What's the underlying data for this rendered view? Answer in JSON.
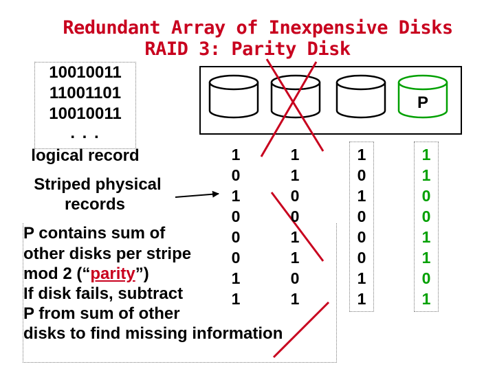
{
  "title": {
    "line1": "Redundant Array of Inexpensive Disks",
    "line2": "RAID 3: Parity Disk"
  },
  "logical_record": {
    "bits": [
      "10010011",
      "11001101",
      "10010011",
      ". . ."
    ],
    "label": "logical record"
  },
  "striped_label": {
    "line1": "Striped physical",
    "line2": "records"
  },
  "description": {
    "line1": "P contains sum of",
    "line2": "other disks per stripe",
    "line3_prefix": "mod 2 (“",
    "line3_link": "parity",
    "line3_suffix": "”)",
    "line4": "If disk fails, subtract",
    "line5": "P from sum of other",
    "line6": "disks to find missing information"
  },
  "parity_disk_label": "P",
  "disk_columns": [
    [
      "1",
      "0",
      "1",
      "0",
      "0",
      "0",
      "1",
      "1"
    ],
    [
      "1",
      "1",
      "0",
      "0",
      "1",
      "1",
      "0",
      "1"
    ],
    [
      "1",
      "0",
      "1",
      "0",
      "0",
      "0",
      "1",
      "1"
    ],
    [
      "1",
      "1",
      "0",
      "0",
      "1",
      "1",
      "0",
      "1"
    ]
  ],
  "colors": {
    "title": "#c8001e",
    "parity_disk": "#00a000",
    "failed_mark": "#c8001e",
    "arrow": "#000000"
  },
  "icons": [
    "disk-icon",
    "failed-disk-cross",
    "arrow-right-icon"
  ]
}
